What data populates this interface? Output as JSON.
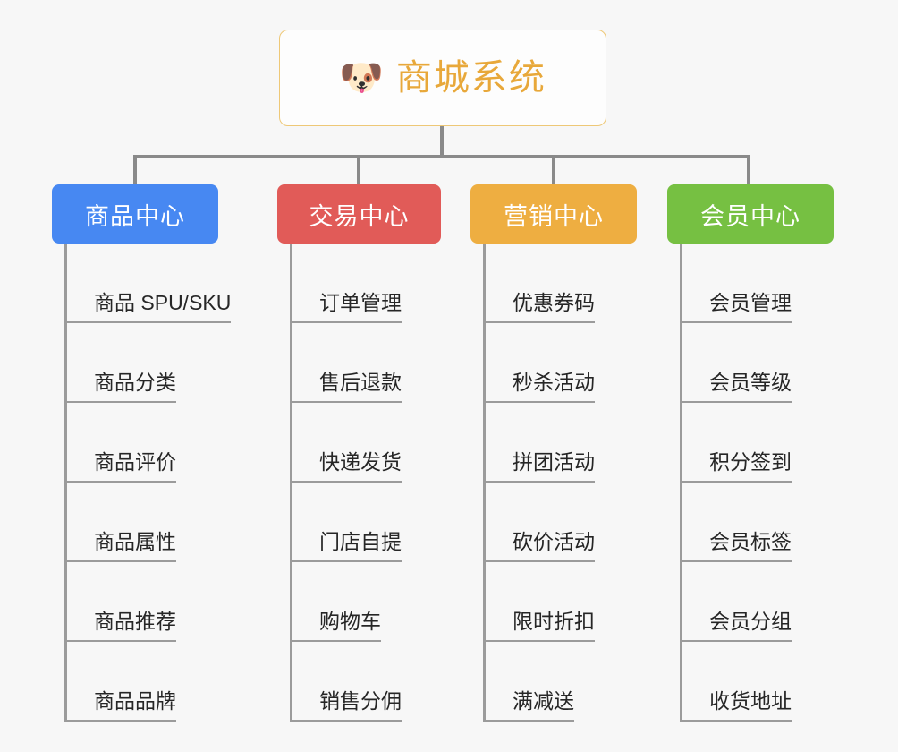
{
  "root": {
    "icon": "dog-face-emoji",
    "icon_glyph": "🐶",
    "title": "商城系统",
    "title_color": "#e8a83a",
    "border_color": "#eec877"
  },
  "connector_color": "#8a8a8a",
  "background_color": "#f7f7f7",
  "categories": [
    {
      "name": "商品中心",
      "color": "#4788f2",
      "items": [
        "商品 SPU/SKU",
        "商品分类",
        "商品评价",
        "商品属性",
        "商品推荐",
        "商品品牌"
      ]
    },
    {
      "name": "交易中心",
      "color": "#e15b58",
      "items": [
        "订单管理",
        "售后退款",
        "快递发货",
        "门店自提",
        "购物车",
        "销售分佣"
      ]
    },
    {
      "name": "营销中心",
      "color": "#eeae41",
      "items": [
        "优惠券码",
        "秒杀活动",
        "拼团活动",
        "砍价活动",
        "限时折扣",
        "满减送"
      ]
    },
    {
      "name": "会员中心",
      "color": "#76c042",
      "items": [
        "会员管理",
        "会员等级",
        "积分签到",
        "会员标签",
        "会员分组",
        "收货地址"
      ]
    }
  ]
}
